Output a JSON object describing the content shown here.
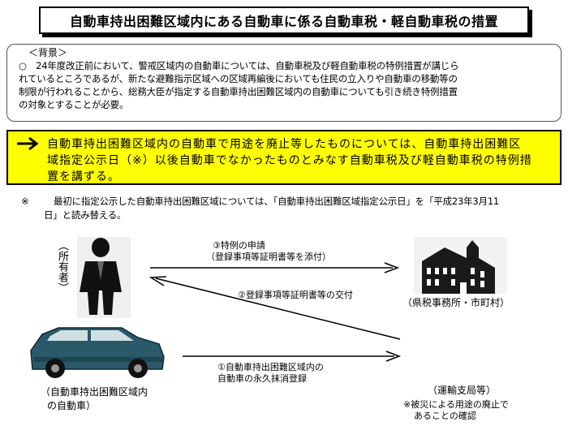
{
  "title": "自動車持出困難区域内にある自動車に係る自動車税・軽自動車税の措置",
  "background": {
    "heading": "＜背景＞",
    "line1": "○　24年度改正前において、警戒区域内の自動車については、自動車税及び軽自動車税の特例措置が講じら",
    "line2": "れているところであるが、新たな避難指示区域への区域再編後においても住民の立入りや自動車の移動等の",
    "line3": "制限が行われることから、総務大臣が指定する自動車持出困難区域内の自動車についても引き続き特例措置",
    "line4": "の対象とすることが必要。"
  },
  "measure": {
    "line1": "自動車持出困難区域内の自動車で用途を廃止等したものについては、自動車持出困難区",
    "line2": "域指定公示日（※）以後自動車でなかったものとみなす自動車税及び軽自動車税の特例措",
    "line3": "置を講ずる。"
  },
  "note": {
    "mark": "※",
    "line1": "最初に指定公示した自動車持出困難区域については、「自動車持出困難区域指定公示日」を「平成23年3月11",
    "line2": "日」と読み替える。"
  },
  "diagram": {
    "owner_label": "（所有者）",
    "office_label": "（県税事務所・市町村）",
    "car_label_line1": "（自動車持出困難区域内",
    "car_label_line2": "の自動車）",
    "transport_label": "（運輸支局等）",
    "transport_note_line1": "※被災による用途の廃止で",
    "transport_note_line2": "あることの確認",
    "step3_line1": "③特例の申請",
    "step3_line2": "（登録事項等証明書等を添付）",
    "step2": "②登録事項等証明書等の交付",
    "step1_line1": "①自動車持出困難区域内の",
    "step1_line2": "自動車の永久抹消登録"
  },
  "icons": [
    "person-silhouette-icon",
    "government-building-icon",
    "car-icon",
    "arrow-right-icon"
  ]
}
